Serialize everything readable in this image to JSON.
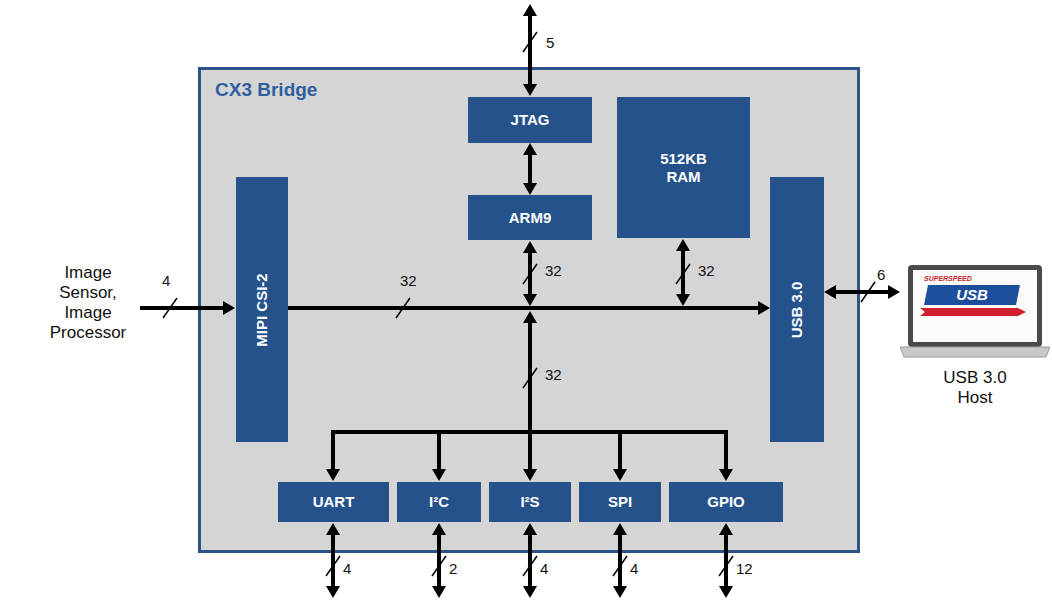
{
  "diagram": {
    "nodes": [
      {
        "text": [
          "CX3 Bridge"
        ]
      },
      {
        "text": [
          "JTAG"
        ],
        "in": 0
      },
      {
        "text": [
          "512KB RAM"
        ],
        "in": 0
      },
      {
        "text": [
          "ARM9"
        ],
        "in": 0
      },
      {
        "text": [
          "MIPI CSI-2"
        ],
        "in": 0
      },
      {
        "text": [
          "USB 3.0"
        ],
        "in": 0
      },
      {
        "text": [
          "UART"
        ],
        "in": 0
      },
      {
        "text": [
          "I²C"
        ],
        "in": 0
      },
      {
        "text": [
          "I²S"
        ],
        "in": 0
      },
      {
        "text": [
          "SPI"
        ],
        "in": 0
      },
      {
        "text": [
          "GPIO"
        ],
        "in": 0
      },
      {
        "text": [
          "USB 3.0 Host"
        ]
      }
    ],
    "edges": [
      {
        "from": 4,
        "to": 5,
        "arrow": "to"
      },
      {
        "from": 1,
        "to": 3,
        "arrow": "both"
      },
      {
        "from": 5,
        "to": 11,
        "arrow": "both"
      }
    ],
    "labels": [
      "5",
      "Image Sensor, Image Processor",
      "4",
      "32",
      "32",
      "32",
      "6",
      "32",
      "SUPERSPEED",
      "USB",
      "4",
      "2",
      "4",
      "4",
      "12"
    ]
  }
}
